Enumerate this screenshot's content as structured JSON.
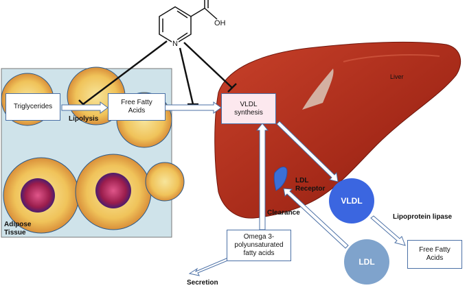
{
  "molecule": {
    "oh_label": "OH",
    "n_label": "N"
  },
  "liver_label": "Liver",
  "adipose_label_line1": "Adipose",
  "adipose_label_line2": "Tissue",
  "triglycerides_label": "Triglycerides",
  "lipolysis_label": "Lipolysis",
  "ffa_top_line1": "Free Fatty",
  "ffa_top_line2": "Acids",
  "vldl_synthesis_line1": "VLDL",
  "vldl_synthesis_line2": "synthesis",
  "ldl_receptor_line1": "LDL",
  "ldl_receptor_line2": "Receptor",
  "clearance_label": "Clearance",
  "omega_line1": "Omega 3-",
  "omega_line2": "polyunsaturated",
  "omega_line3": "fatty acids",
  "secretion_label": "Secretion",
  "vldl_circle_label": "VLDL",
  "ldl_circle_label": "LDL",
  "lipoprotein_lipase_label": "Lipoprotein lipase",
  "ffa_bottom_line1": "Free Fatty",
  "ffa_bottom_line2": "Acids",
  "colors": {
    "liver": "#b8321f",
    "vldl_circle": "#3b66e0",
    "ldl_circle": "#7fa3cc",
    "ldl_receptor": "#3b6fd6",
    "box_border": "#4a6fa5"
  }
}
